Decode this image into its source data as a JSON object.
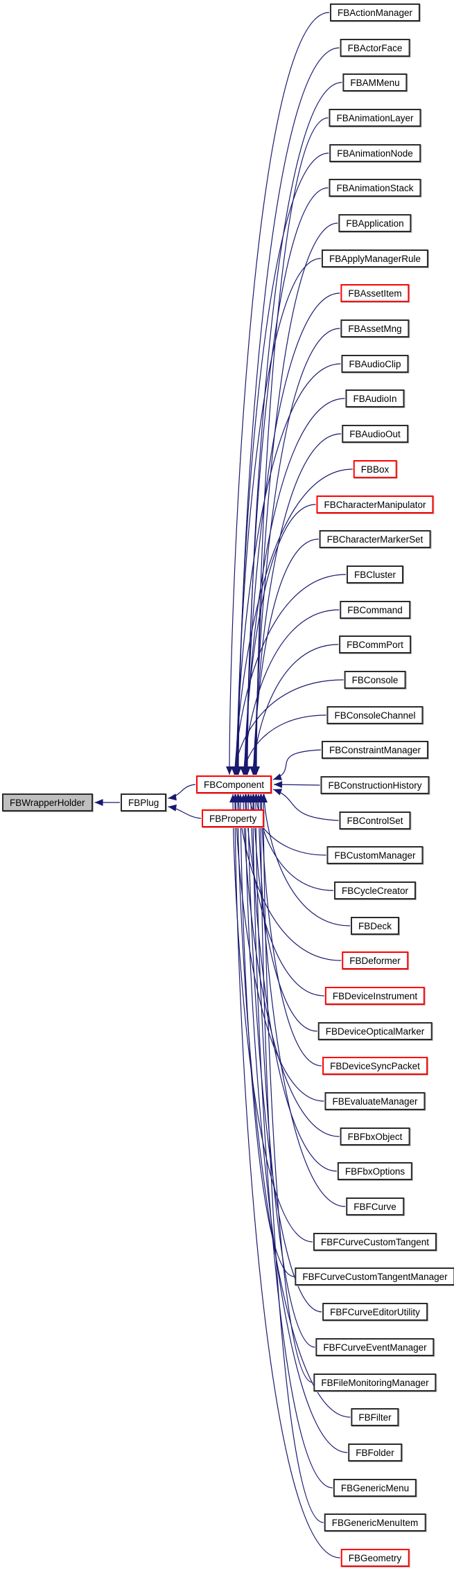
{
  "diagram": {
    "type": "class-inheritance-graph",
    "nodes": {
      "root": {
        "label": "FBWrapperHolder"
      },
      "plug": {
        "label": "FBPlug"
      },
      "component": {
        "label": "FBComponent"
      },
      "property": {
        "label": "FBProperty"
      }
    },
    "derived": [
      {
        "label": "FBActionManager",
        "truncated": false
      },
      {
        "label": "FBActorFace",
        "truncated": false
      },
      {
        "label": "FBAMMenu",
        "truncated": false
      },
      {
        "label": "FBAnimationLayer",
        "truncated": false
      },
      {
        "label": "FBAnimationNode",
        "truncated": false
      },
      {
        "label": "FBAnimationStack",
        "truncated": false
      },
      {
        "label": "FBApplication",
        "truncated": false
      },
      {
        "label": "FBApplyManagerRule",
        "truncated": false
      },
      {
        "label": "FBAssetItem",
        "truncated": true
      },
      {
        "label": "FBAssetMng",
        "truncated": false
      },
      {
        "label": "FBAudioClip",
        "truncated": false
      },
      {
        "label": "FBAudioIn",
        "truncated": false
      },
      {
        "label": "FBAudioOut",
        "truncated": false
      },
      {
        "label": "FBBox",
        "truncated": true
      },
      {
        "label": "FBCharacterManipulator",
        "truncated": true
      },
      {
        "label": "FBCharacterMarkerSet",
        "truncated": false
      },
      {
        "label": "FBCluster",
        "truncated": false
      },
      {
        "label": "FBCommand",
        "truncated": false
      },
      {
        "label": "FBCommPort",
        "truncated": false
      },
      {
        "label": "FBConsole",
        "truncated": false
      },
      {
        "label": "FBConsoleChannel",
        "truncated": false
      },
      {
        "label": "FBConstraintManager",
        "truncated": false
      },
      {
        "label": "FBConstructionHistory",
        "truncated": false
      },
      {
        "label": "FBControlSet",
        "truncated": false
      },
      {
        "label": "FBCustomManager",
        "truncated": false
      },
      {
        "label": "FBCycleCreator",
        "truncated": false
      },
      {
        "label": "FBDeck",
        "truncated": false
      },
      {
        "label": "FBDeformer",
        "truncated": true
      },
      {
        "label": "FBDeviceInstrument",
        "truncated": true
      },
      {
        "label": "FBDeviceOpticalMarker",
        "truncated": false
      },
      {
        "label": "FBDeviceSyncPacket",
        "truncated": true
      },
      {
        "label": "FBEvaluateManager",
        "truncated": false
      },
      {
        "label": "FBFbxObject",
        "truncated": false
      },
      {
        "label": "FBFbxOptions",
        "truncated": false
      },
      {
        "label": "FBFCurve",
        "truncated": false
      },
      {
        "label": "FBFCurveCustomTangent",
        "truncated": false
      },
      {
        "label": "FBFCurveCustomTangentManager",
        "truncated": false
      },
      {
        "label": "FBFCurveEditorUtility",
        "truncated": false
      },
      {
        "label": "FBFCurveEventManager",
        "truncated": false
      },
      {
        "label": "FBFileMonitoringManager",
        "truncated": false
      },
      {
        "label": "FBFilter",
        "truncated": false
      },
      {
        "label": "FBFolder",
        "truncated": false
      },
      {
        "label": "FBGenericMenu",
        "truncated": false
      },
      {
        "label": "FBGenericMenuItem",
        "truncated": false
      },
      {
        "label": "FBGeometry",
        "truncated": true
      }
    ],
    "colors": {
      "edge": "#191970",
      "truncated_border": "#ff0000",
      "normal_border": "#2b2b2b",
      "selected_fill": "#bfbfbf",
      "node_fill": "#ffffff"
    }
  }
}
